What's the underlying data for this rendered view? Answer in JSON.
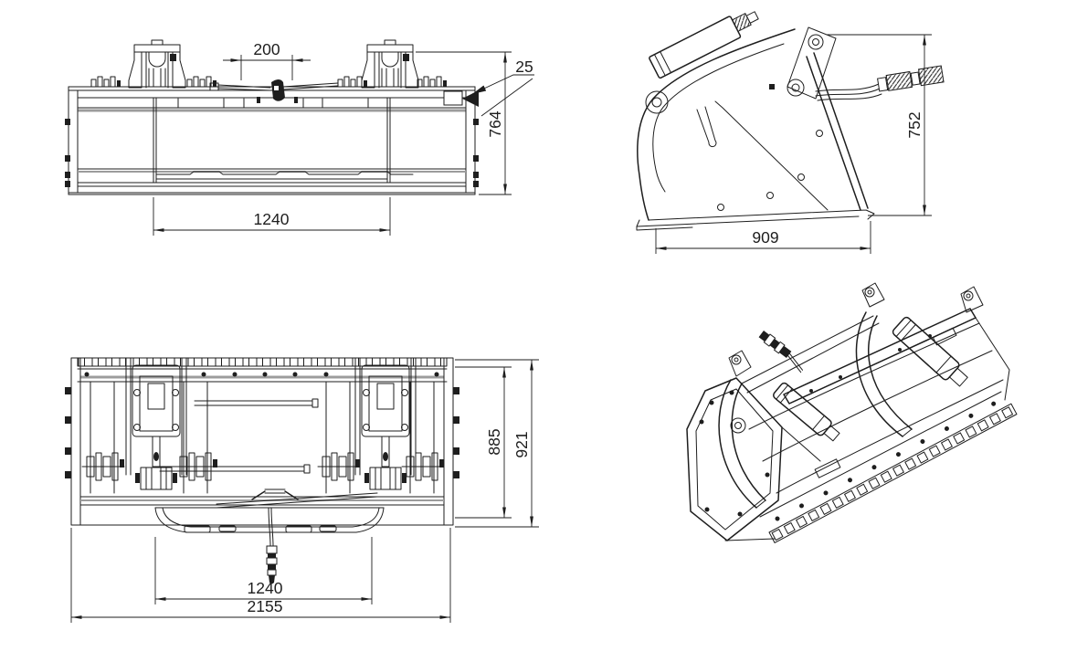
{
  "page": {
    "background_color": "#ffffff",
    "line_color": "#1e1e1e",
    "accent_gray": "#9c9c9c"
  },
  "views": {
    "rear": {
      "dims": {
        "center_spacing": "200",
        "edge_thickness": "25",
        "height": "764",
        "mount_width": "1240"
      }
    },
    "side": {
      "dims": {
        "height": "752",
        "depth": "909"
      }
    },
    "plan": {
      "dims": {
        "inner_depth": "885",
        "outer_depth": "921",
        "mount_width": "1240",
        "overall_width": "2155"
      }
    }
  }
}
